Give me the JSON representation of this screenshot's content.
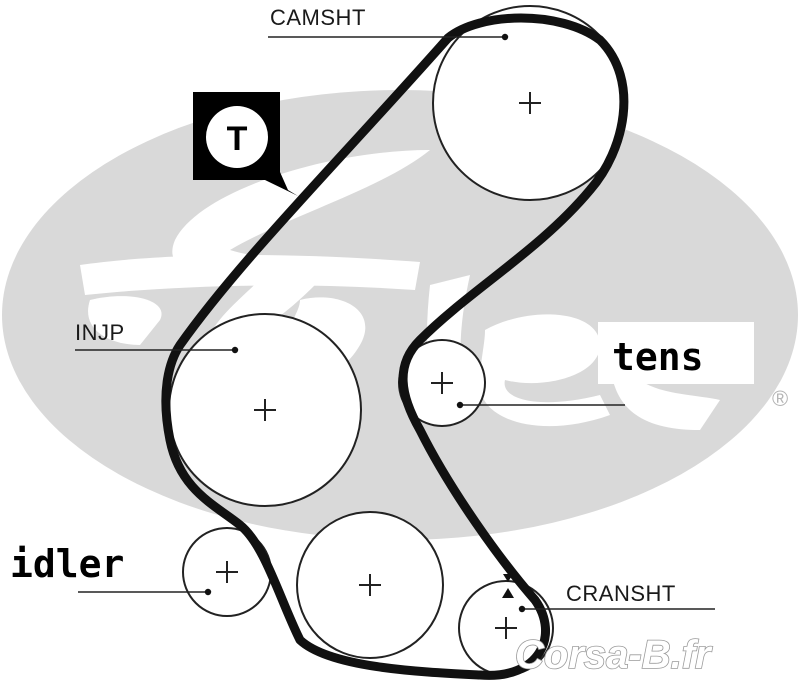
{
  "labels": {
    "camshaft": "CAMSHT",
    "injection_pump": "INJP",
    "tensioner": "tens",
    "idler": "idler",
    "crankshaft": "CRANSHT"
  },
  "badge": {
    "letter": "T"
  },
  "brand": {
    "registered_mark": "®"
  },
  "watermark": {
    "text": "Corsa-B.fr"
  },
  "colors": {
    "belt": "#111111",
    "logo_grey": "#d9d9d9",
    "ink": "#1a1a1a"
  }
}
